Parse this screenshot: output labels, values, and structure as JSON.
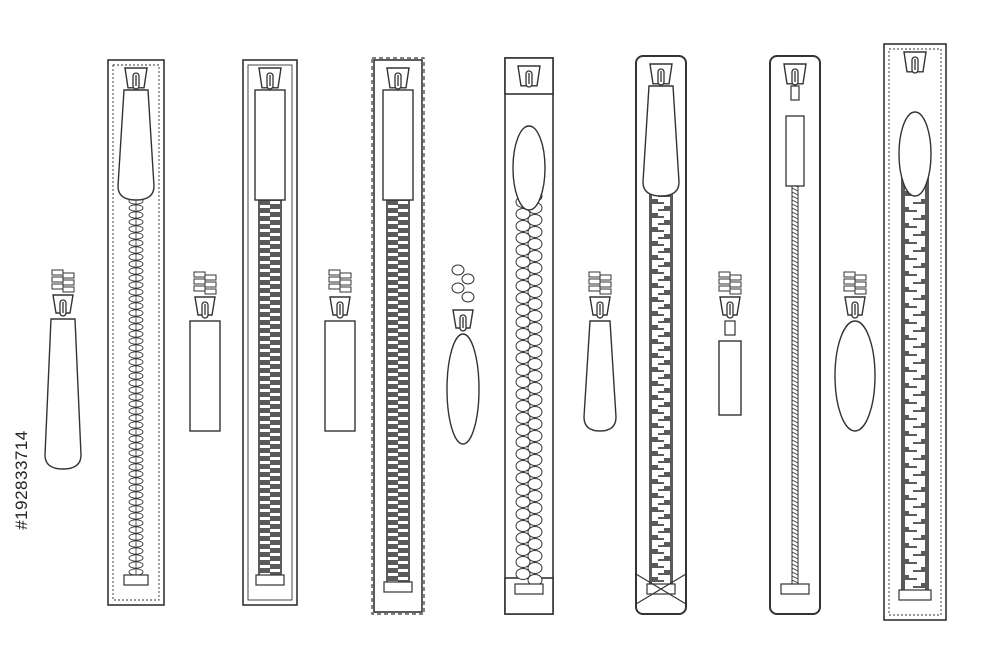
{
  "image": {
    "stock_id": "#192833714",
    "line_color": "#333333",
    "teeth_color": "#5a5a5a",
    "fill_color": "#ffffff"
  },
  "zippers": [
    {
      "name": "zipper-1-metal-round-teeth",
      "tooth_style": "beads",
      "tape": "double-stitched",
      "puller_icon": "long-rounded-puller-icon",
      "teeth_icon": "round-teeth-sample-icon"
    },
    {
      "name": "zipper-2-metal-rectangular-teeth",
      "tooth_style": "rect",
      "tape": "double-line",
      "puller_icon": "rectangular-puller-icon",
      "teeth_icon": "rectangular-teeth-sample-icon"
    },
    {
      "name": "zipper-3-flat-dense-teeth",
      "tooth_style": "rect",
      "tape": "dashed-border",
      "puller_icon": "tapered-puller-icon",
      "teeth_icon": "flat-teeth-sample-icon"
    },
    {
      "name": "zipper-4-molded-oval-teeth",
      "tooth_style": "ovals",
      "tape": "capped-ends",
      "puller_icon": "oval-puller-icon",
      "teeth_icon": "oval-teeth-sample-icon"
    },
    {
      "name": "zipper-5-molded-plastic-teeth",
      "tooth_style": "molded",
      "tape": "rounded-folded-end",
      "puller_icon": "drop-puller-icon",
      "teeth_icon": "plastic-teeth-sample-icon"
    },
    {
      "name": "zipper-6-invisible-coil",
      "tooth_style": "coil",
      "tape": "rounded",
      "puller_icon": "small-tab-puller-icon",
      "teeth_icon": "coil-sample-icon"
    },
    {
      "name": "zipper-7-heavy-metal-teeth",
      "tooth_style": "chunky",
      "tape": "wide-stitched",
      "puller_icon": "oval-ring-puller-icon",
      "teeth_icon": "heavy-teeth-sample-icon"
    }
  ]
}
